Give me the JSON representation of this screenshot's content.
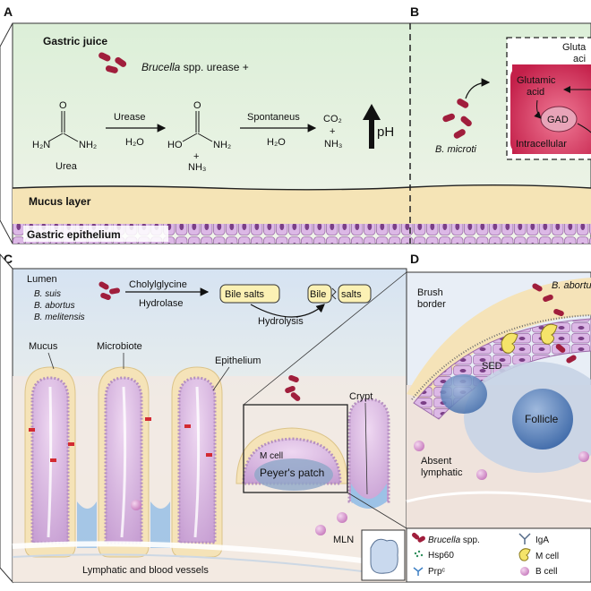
{
  "panels": {
    "a": {
      "letter": "A",
      "gastric_juice": "Gastric juice",
      "brucella_name": "Brucella",
      "brucella_rest": " spp. urease +",
      "urease_label": "Urease",
      "water_1": "H₂O",
      "spontaneous_label": "Spontaneus",
      "water_2": "H₂O",
      "urea_label": "Urea",
      "co2": "CO₂",
      "plus": "+",
      "nh3": "NH₃",
      "ph": "pH",
      "urea_left": "H₂N",
      "urea_right": "NH₂",
      "carb_left": "HO",
      "carb_right": "NH₂",
      "carb_plus": "+",
      "carb_nh3": "NH₃",
      "mucus_layer": "Mucus layer",
      "gastric_epithelium": "Gastric epithelium"
    },
    "b": {
      "letter": "B",
      "glutamic_top_1": "Gluta",
      "glutamic_top_2": "aci",
      "glutamic_inner_1": "Glutamic",
      "glutamic_inner_2": "acid",
      "gad": "GAD",
      "intracellular": "Intracellular",
      "species": "B. microti"
    },
    "c": {
      "letter": "C",
      "lumen": "Lumen",
      "species": [
        "B. suis",
        "B. abortus",
        "B. melitensis"
      ],
      "cholylglycine": "Cholylglycine",
      "hydrolase": "Hydrolase",
      "bile_salts": "Bile salts",
      "bile": "Bile",
      "salts": "salts",
      "hydrolysis": "Hydrolysis",
      "mucus": "Mucus",
      "microbiote": "Microbiote",
      "epithelium": "Epithelium",
      "crypt": "Crypt",
      "m_cell": "M cell",
      "peyers_patch": "Peyer's patch",
      "mln": "MLN",
      "vessels": "Lymphatic and blood vessels"
    },
    "d": {
      "letter": "D",
      "species": "B. abortus",
      "brush_border_1": "Brush",
      "brush_border_2": "border",
      "sed": "SED",
      "follicle": "Follicle",
      "absent_1": "Absent",
      "absent_2": "lymphatic"
    }
  },
  "legend": {
    "brucella_name": "Brucella",
    "brucella_rest": " spp.",
    "hsp60": "Hsp60",
    "prpc": "Prpᶜ",
    "iga": "IgA",
    "m_cell": "M cell",
    "b_cell": "B cell"
  },
  "colors": {
    "brucella": "#a01e3c",
    "mucus": "#f3e2b5",
    "epithelium": "#d8b3e0",
    "panel_bg_top": "#e9f3e3",
    "lumen": "#dfe8f4",
    "intracellular": "#d5315a",
    "follicle": "#4c76b3"
  }
}
